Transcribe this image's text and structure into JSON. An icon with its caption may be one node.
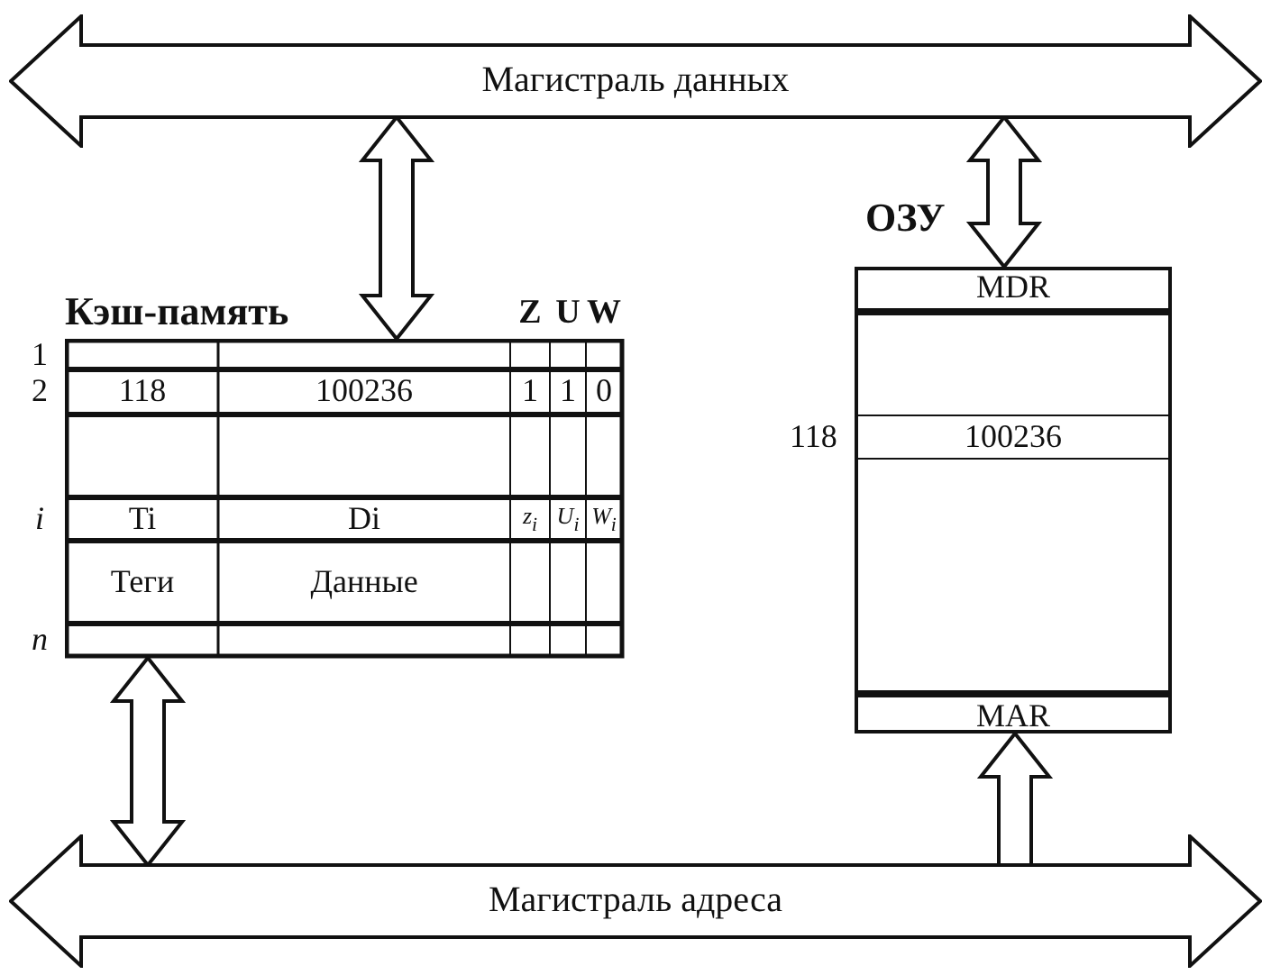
{
  "diagram": {
    "nodes": [
      {
        "text": [
          "Магистраль данных"
        ]
      },
      {
        "text": [
          "Кэш-память"
        ]
      },
      {
        "text": [
          "ОЗУ"
        ]
      },
      {
        "text": [
          "MDR"
        ],
        "in": 2
      },
      {
        "text": [
          "100236"
        ],
        "in": 2,
        "beside": [
          "118"
        ]
      },
      {
        "text": [
          "MAR"
        ],
        "in": 2
      },
      {
        "text": [
          "Магистраль адреса"
        ]
      }
    ],
    "edges": [
      {
        "from": 0,
        "to": 1,
        "arrow": "both"
      },
      {
        "from": 0,
        "to": 3,
        "arrow": "both"
      },
      {
        "from": 1,
        "to": 6,
        "arrow": "both"
      },
      {
        "from": 6,
        "to": 5,
        "arrow": "to"
      }
    ],
    "labels": [
      "Z",
      "U",
      "W",
      "1",
      "2",
      "118",
      "100236",
      "1",
      "1",
      "0",
      "i",
      "Ti",
      "Di",
      "z$_{i}$",
      "U$_{i}$",
      "W$_{i}$",
      "Теги",
      "Данные",
      "n"
    ]
  }
}
